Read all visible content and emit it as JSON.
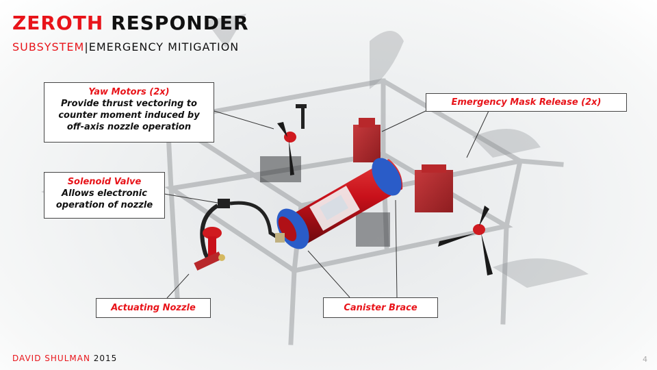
{
  "header": {
    "title_part1": "ZEROTH",
    "title_part2": "RESPONDER",
    "subtitle_part1": "SUBSYSTEM",
    "subtitle_sep": "|",
    "subtitle_part2": "EMERGENCY MITIGATION"
  },
  "callouts": {
    "yaw_motors": {
      "title": "Yaw Motors (2x)",
      "desc": "Provide thrust vectoring to counter moment induced by off-axis nozzle operation"
    },
    "mask_release": {
      "title": "Emergency Mask Release (2x)"
    },
    "solenoid": {
      "title": "Solenoid Valve",
      "desc": "Allows electronic operation of nozzle"
    },
    "nozzle": {
      "title": "Actuating Nozzle"
    },
    "brace": {
      "title": "Canister Brace"
    }
  },
  "footer": {
    "author": "DAVID SHULMAN",
    "year": "2015",
    "page": "4"
  },
  "colors": {
    "accent": "#e8141a",
    "text": "#111111",
    "canister_red": "#c8101a",
    "brace_blue": "#2a5cc8",
    "frame_gray": "#8a8d90"
  }
}
